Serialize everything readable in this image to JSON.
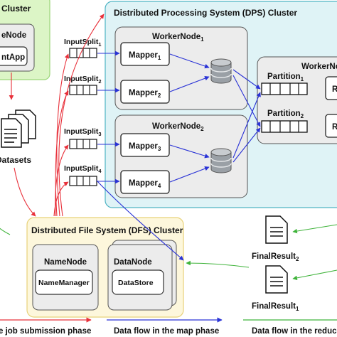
{
  "client_cluster": {
    "title": "Cluster",
    "node": "eNode",
    "app": "ntApp"
  },
  "datasets": {
    "label": "Datasets"
  },
  "dps": {
    "title": "Distributed Processing System (DPS) Cluster",
    "worker1": {
      "name": "WorkerNode",
      "sub": "1"
    },
    "worker2": {
      "name": "WorkerNode",
      "sub": "2"
    },
    "worker3": {
      "name": "WorkerNod"
    },
    "mappers": [
      {
        "name": "Mapper",
        "sub": "1"
      },
      {
        "name": "Mapper",
        "sub": "2"
      },
      {
        "name": "Mapper",
        "sub": "3"
      },
      {
        "name": "Mapper",
        "sub": "4"
      }
    ],
    "partitions": [
      {
        "name": "Partition",
        "sub": "1"
      },
      {
        "name": "Partition",
        "sub": "2"
      }
    ],
    "reducers": [
      "R",
      "R"
    ]
  },
  "input_splits": [
    {
      "name": "InputSplit",
      "sub": "1"
    },
    {
      "name": "InputSplit",
      "sub": "2"
    },
    {
      "name": "InputSplit",
      "sub": "3"
    },
    {
      "name": "InputSplit",
      "sub": "4"
    }
  ],
  "dfs": {
    "title": "Distributed File System (DFS) Cluster",
    "namenode": "NameNode",
    "namemanager": "NameManager",
    "datanode": "DataNode",
    "datastore": "DataStore"
  },
  "final_results": [
    {
      "name": "FinalResult",
      "sub": "2"
    },
    {
      "name": "FinalResult",
      "sub": "1"
    }
  ],
  "legend": {
    "job_submission": "e job submission phase",
    "map_phase": "Data flow in the map phase",
    "reduce_phase": "Data flow in the reduc"
  },
  "colors": {
    "client_bg": "#dcf5c6",
    "client_border": "#9bd67a",
    "dps_bg": "#dff3f6",
    "dps_border": "#4fb4c4",
    "dfs_bg": "#fdf7dc",
    "dfs_border": "#e8d27a",
    "worker_bg": "#ececec",
    "worker_border": "#555555",
    "red": "#e8303a",
    "blue": "#2a33d6",
    "green": "#3fb33a"
  }
}
